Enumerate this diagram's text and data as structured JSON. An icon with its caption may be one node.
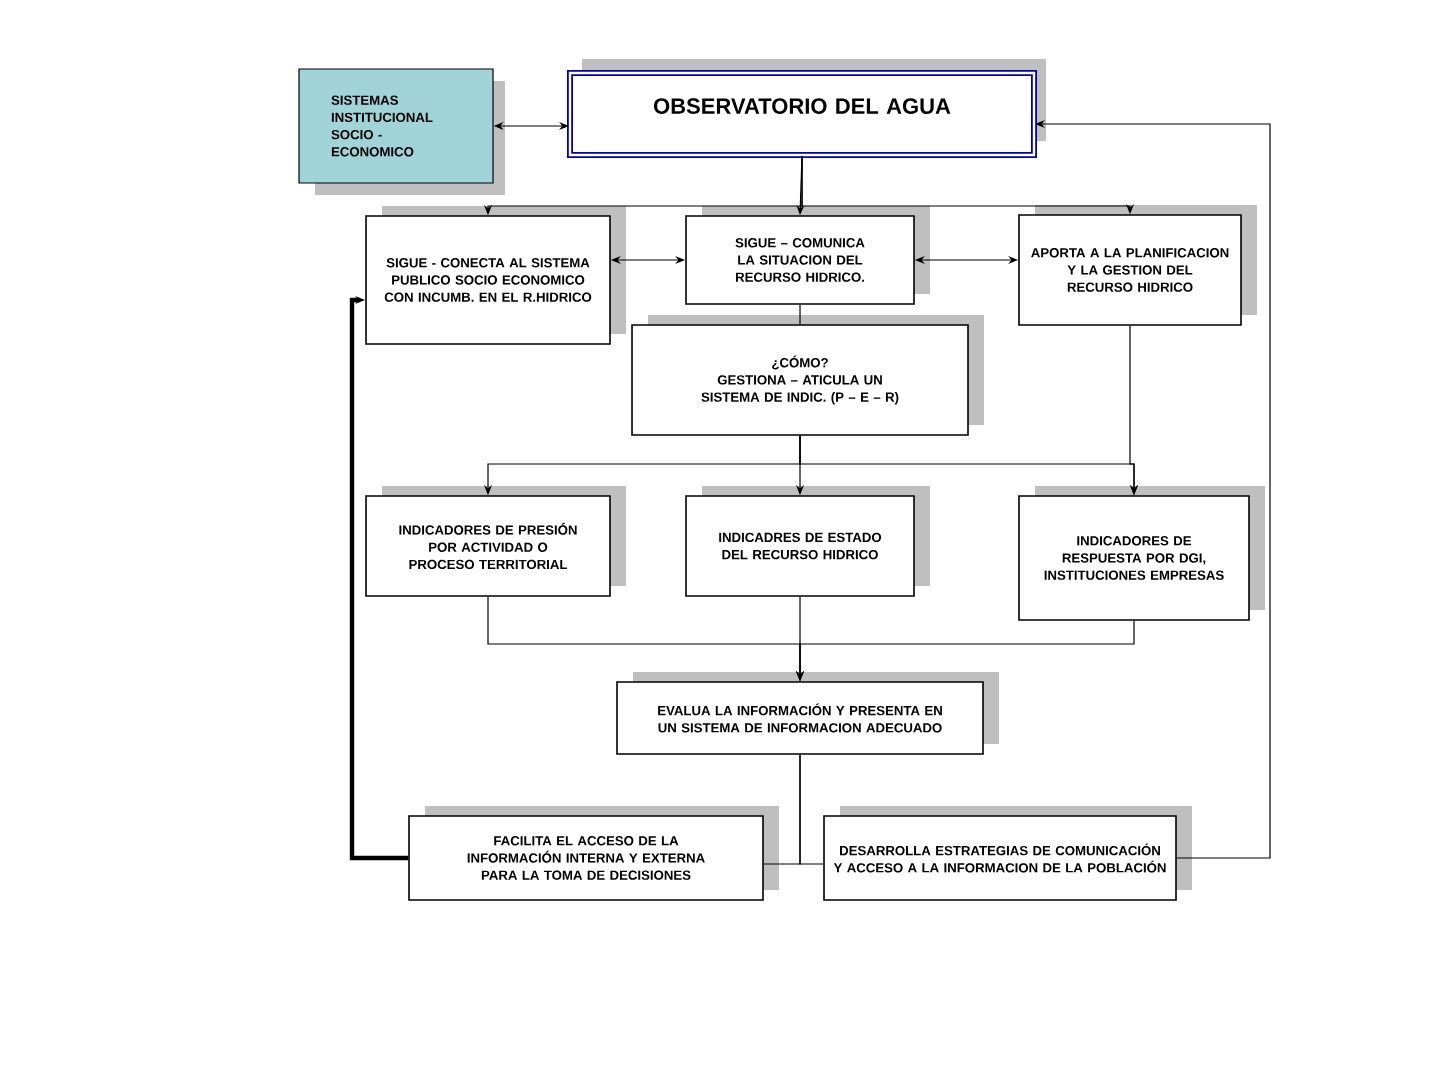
{
  "diagram": {
    "nodes": [
      {
        "text": [
          "SISTEMAS INSTITUCIONAL SOCIO - ECONOMICO"
        ]
      },
      {
        "text": [
          "OBSERVATORIO DEL AGUA"
        ]
      },
      {
        "text": [
          "SIGUE - CONECTA AL SISTEMA PUBLICO SOCIO ECONOMICO CON INCUMB. EN EL R.HIDRICO"
        ]
      },
      {
        "text": [
          "SIGUE – COMUNICA LA SITUACION DEL RECURSO HIDRICO."
        ]
      },
      {
        "text": [
          "APORTA A LA PLANIFICACION Y LA GESTION DEL RECURSO HIDRICO"
        ]
      },
      {
        "text": [
          "¿CÓMO?",
          "GESTIONA – ATICULA UN SISTEMA DE INDIC. (P – E – R)"
        ]
      },
      {
        "text": [
          "INDICADORES DE PRESIÓN POR ACTIVIDAD O PROCESO TERRITORIAL"
        ]
      },
      {
        "text": [
          "INDICADRES DE ESTADO DEL RECURSO HIDRICO"
        ]
      },
      {
        "text": [
          "INDICADORES DE RESPUESTA POR DGI, INSTITUCIONES EMPRESAS"
        ]
      },
      {
        "text": [
          "EVALUA LA INFORMACIÓN Y PRESENTA EN UN SISTEMA DE INFORMACION ADECUADO"
        ]
      },
      {
        "text": [
          "FACILITA EL ACCESO DE LA INFORMACIÓN INTERNA Y EXTERNA PARA LA TOMA DE DECISIONES"
        ]
      },
      {
        "text": [
          "DESARROLLA ESTRATEGIAS DE COMUNICACIÓN Y ACCESO A LA INFORMACION DE LA POBLACIÓN"
        ]
      }
    ],
    "edges": [
      {
        "from": 0,
        "to": 1,
        "arrow": "both"
      },
      {
        "from": 1,
        "to": 2,
        "arrow": "to"
      },
      {
        "from": 1,
        "to": 3,
        "arrow": "to"
      },
      {
        "from": 1,
        "to": 4,
        "arrow": "to"
      },
      {
        "from": 2,
        "to": 3,
        "arrow": "both"
      },
      {
        "from": 3,
        "to": 4,
        "arrow": "both"
      },
      {
        "from": 3,
        "to": 5,
        "arrow": "none"
      },
      {
        "from": 5,
        "to": 6,
        "arrow": "to"
      },
      {
        "from": 5,
        "to": 7,
        "arrow": "to"
      },
      {
        "from": 5,
        "to": 8,
        "arrow": "to"
      },
      {
        "from": 4,
        "to": 8,
        "arrow": "to"
      },
      {
        "from": 6,
        "to": 9,
        "arrow": "to"
      },
      {
        "from": 7,
        "to": 9,
        "arrow": "to"
      },
      {
        "from": 8,
        "to": 9,
        "arrow": "to"
      },
      {
        "from": 9,
        "to": 10,
        "arrow": "none"
      },
      {
        "from": 9,
        "to": 11,
        "arrow": "none"
      },
      {
        "from": 10,
        "to": 2,
        "arrow": "to",
        "style": "thick"
      },
      {
        "from": 11,
        "to": 1,
        "arrow": "to"
      }
    ]
  }
}
